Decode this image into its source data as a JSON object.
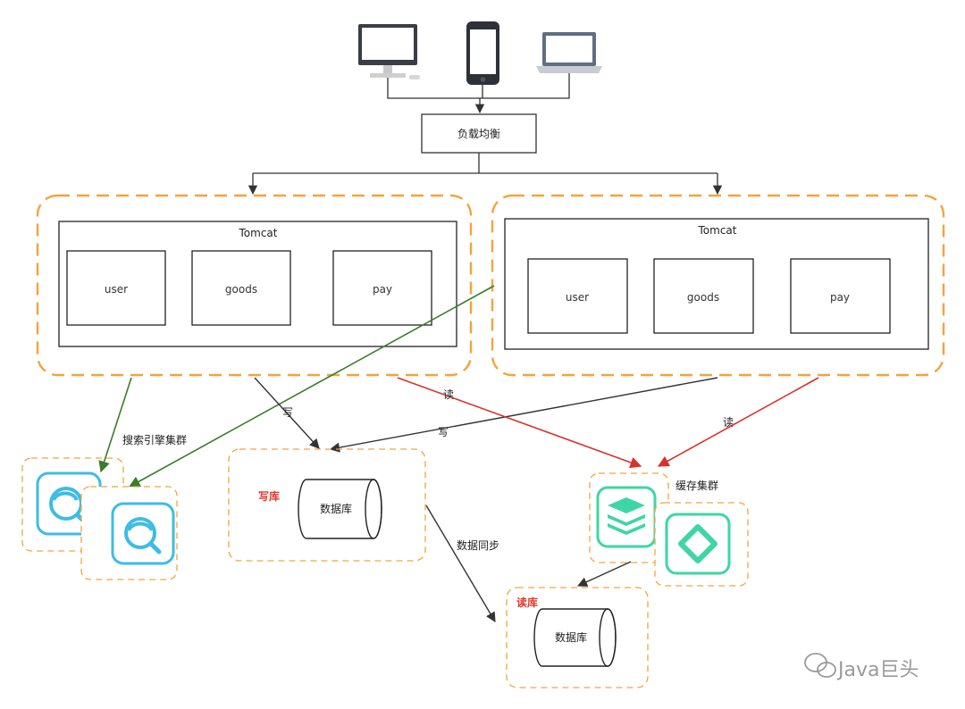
{
  "load_balancer": {
    "label": "负载均衡"
  },
  "servers": [
    {
      "title": "Tomcat",
      "services": [
        "user",
        "goods",
        "pay"
      ]
    },
    {
      "title": "Tomcat",
      "services": [
        "user",
        "goods",
        "pay"
      ]
    }
  ],
  "databases": {
    "write": {
      "tag": "写库",
      "label": "数据库"
    },
    "read": {
      "tag": "读库",
      "label": "数据库"
    }
  },
  "edges": {
    "write_1": "写",
    "write_2": "写",
    "read_1": "读",
    "read_2": "读",
    "sync": "数据同步"
  },
  "clusters": {
    "search": "搜索引擎集群",
    "cache": "缓存集群"
  },
  "watermark": "Java巨头",
  "colors": {
    "orange_dash": "#f5a33d",
    "green_edge": "#3a7d2a",
    "red_edge": "#d9322b",
    "dark_edge": "#333333",
    "search_icon": "#3dbce6",
    "cache_icon": "#3ed6a4"
  }
}
